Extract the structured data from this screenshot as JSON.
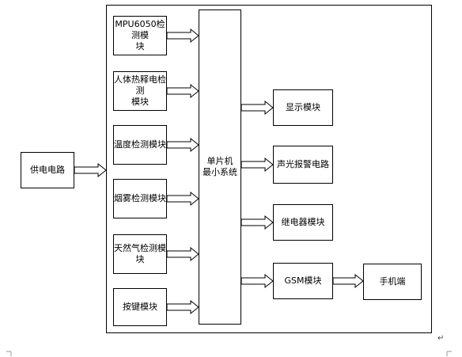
{
  "power": "供电电路",
  "mcu": "单片机\n最小系统",
  "inputs": [
    "MPU6050检测模\n块",
    "人体热释电检测\n模块",
    "温度检测模块",
    "烟雾检测模块",
    "天然气检测模块",
    "按键模块"
  ],
  "outputs": [
    "显示模块",
    "声光报警电路",
    "继电器模块",
    "GSM模块"
  ],
  "phone": "手机端",
  "paragraph_mark": "↵"
}
